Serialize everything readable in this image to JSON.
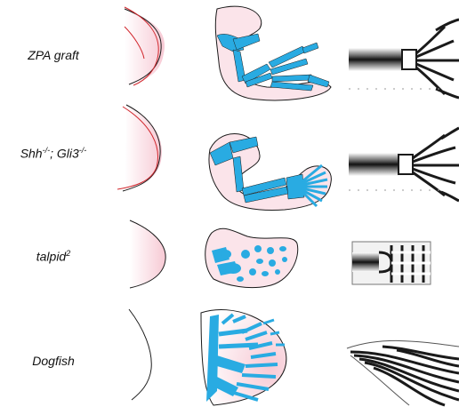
{
  "rows": [
    {
      "id": "zpa-graft",
      "label": "ZPA graft",
      "label_sup": ""
    },
    {
      "id": "shh-gli3",
      "label_prefix": "Shh",
      "label_sup1": "-/-",
      "label_mid": "; Gli3",
      "label_sup2": "-/-"
    },
    {
      "id": "talpid2",
      "label": "talpid",
      "label_sup": "2"
    },
    {
      "id": "dogfish",
      "label": "Dogfish",
      "label_sup": ""
    }
  ],
  "colors": {
    "bone": "#29abe2",
    "tissue_fill": "#fbe4ea",
    "outline": "#1a1a1a",
    "graft_line": "#d1262c",
    "stripe_dark": "#1a1a1a",
    "stripe_light": "#ffffff"
  }
}
